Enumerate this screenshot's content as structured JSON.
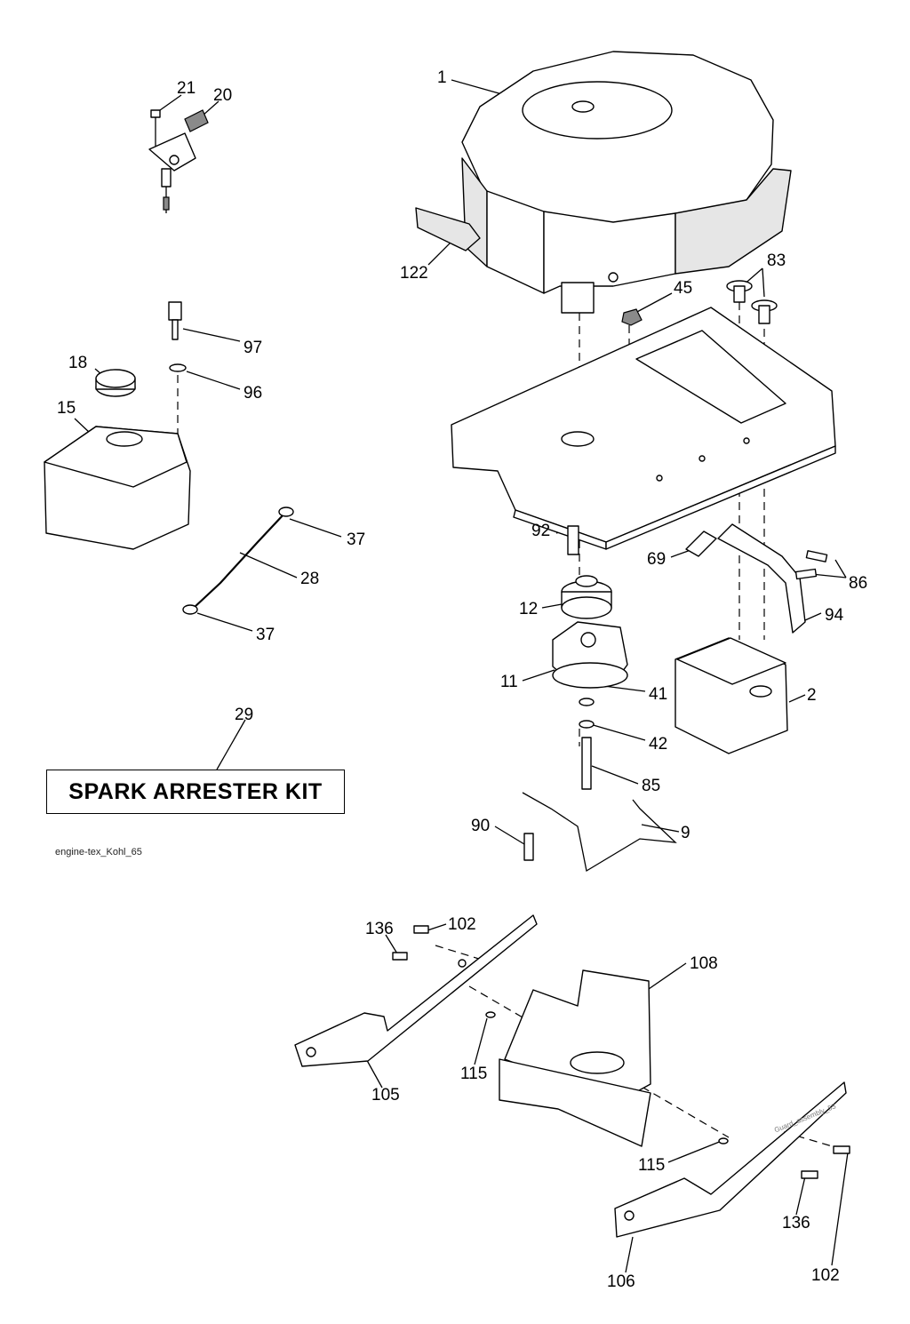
{
  "diagram": {
    "kit_label": "SPARK ARRESTER KIT",
    "file_caption": "engine-tex_Kohl_65",
    "small_caption": "Guard_assembly_55",
    "callouts": {
      "c1": "1",
      "c21": "21",
      "c20": "20",
      "c122": "122",
      "c83": "83",
      "c45": "45",
      "c97": "97",
      "c18": "18",
      "c96": "96",
      "c15": "15",
      "c37a": "37",
      "c28": "28",
      "c37b": "37",
      "c92": "92",
      "c69": "69",
      "c86": "86",
      "c12": "12",
      "c94": "94",
      "c11": "11",
      "c2": "2",
      "c41": "41",
      "c29": "29",
      "c42": "42",
      "c85": "85",
      "c90": "90",
      "c9": "9",
      "c136a": "136",
      "c102a": "102",
      "c108": "108",
      "c115a": "115",
      "c105": "105",
      "c115b": "115",
      "c136b": "136",
      "c106": "106",
      "c102b": "102"
    }
  }
}
